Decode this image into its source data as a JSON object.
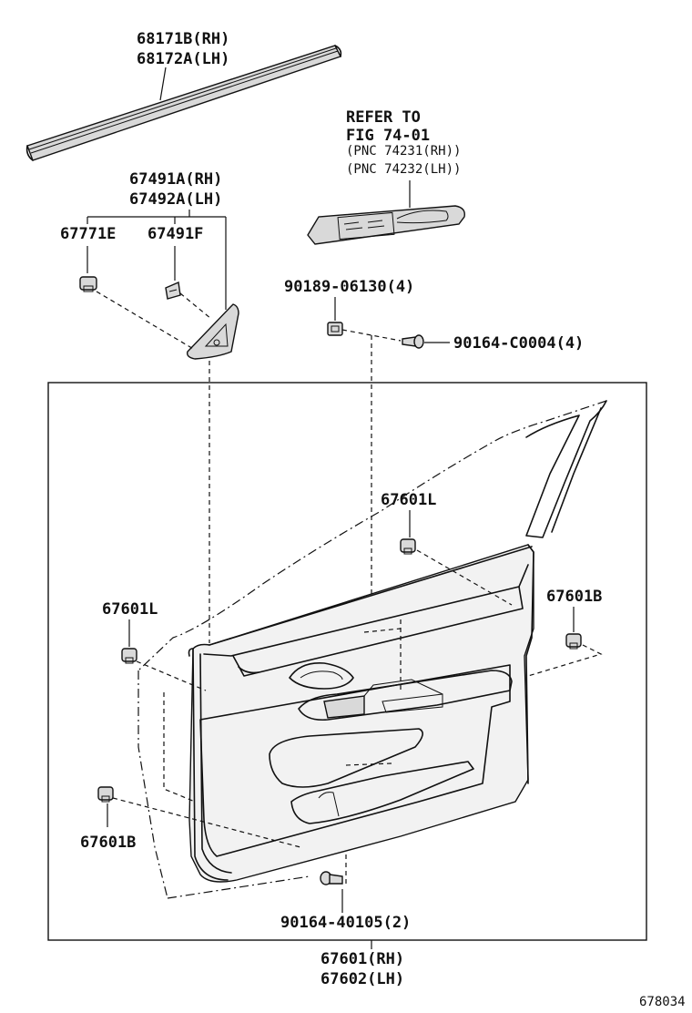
{
  "labels": {
    "molding_rh": "68171B(RH)",
    "molding_lh": "68172A(LH)",
    "refer_line1": "REFER TO",
    "refer_line2": "FIG 74-01",
    "refer_pnc_rh": "(PNC 74231(RH))",
    "refer_pnc_lh": "(PNC 74232(LH))",
    "cover_rh": "67491A(RH)",
    "cover_lh": "67492A(LH)",
    "clip_67771e": "67771E",
    "clip_67491f": "67491F",
    "nut_90189": "90189-06130(4)",
    "screw_90164_c": "90164-C0004(4)",
    "clip_67601l_top": "67601L",
    "clip_67601l_left": "67601L",
    "clip_67601b_right": "67601B",
    "clip_67601b_left": "67601B",
    "screw_90164_40105": "90164-40105(2)",
    "panel_rh": "67601(RH)",
    "panel_lh": "67602(LH)",
    "figure_number": "678034"
  }
}
